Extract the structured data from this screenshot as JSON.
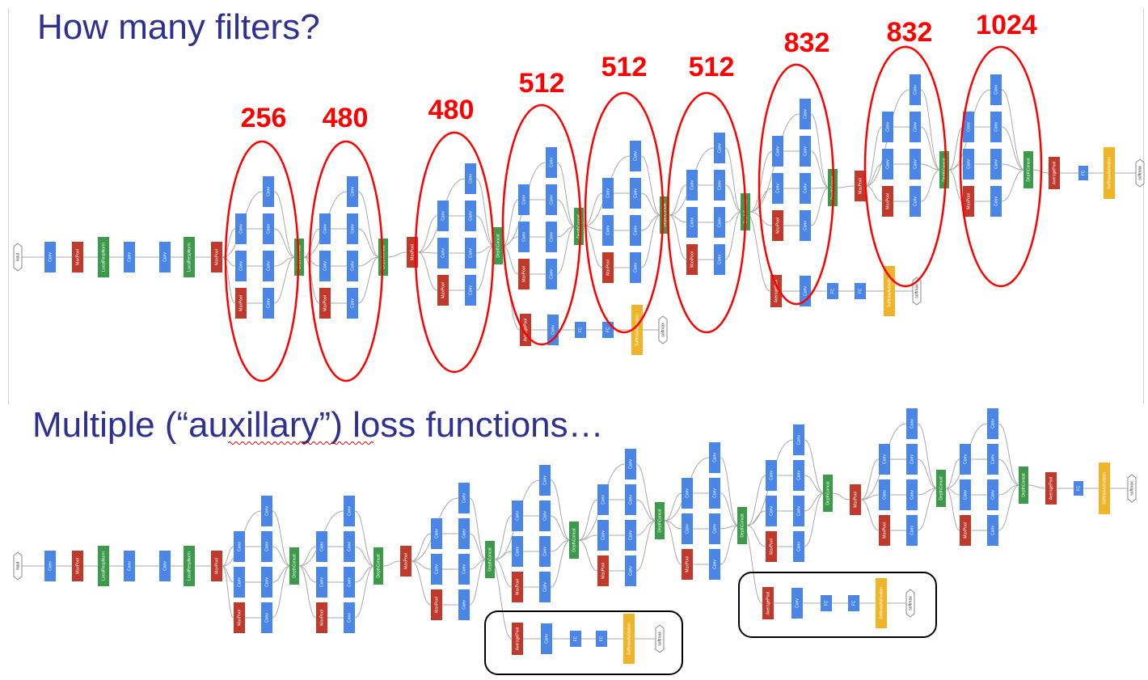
{
  "titles": {
    "top": "How many filters?",
    "bottom": "Multiple (“auxillary”) loss functions…"
  },
  "node_labels": {
    "input": "input",
    "conv": "Conv",
    "maxpool": "MaxPool",
    "lrn": "LocalRespNorm",
    "concat": "DepthConcat",
    "avgpool": "AveragePool",
    "fc": "FC",
    "softmax_activation": "SoftmaxActivation",
    "softmax": "softmax"
  },
  "filter_counts": [
    "256",
    "480",
    "480",
    "512",
    "512",
    "512",
    "832",
    "832",
    "1024"
  ],
  "colors": {
    "title": "#2e3192",
    "conv": "#4a86e8",
    "pool": "#c0392b",
    "concat_lrn": "#3c9a4a",
    "softmax_activation": "#f0b429",
    "highlight_ellipse": "#ff0000",
    "aux_box": "#000000",
    "edge": "#aaaaaa"
  }
}
